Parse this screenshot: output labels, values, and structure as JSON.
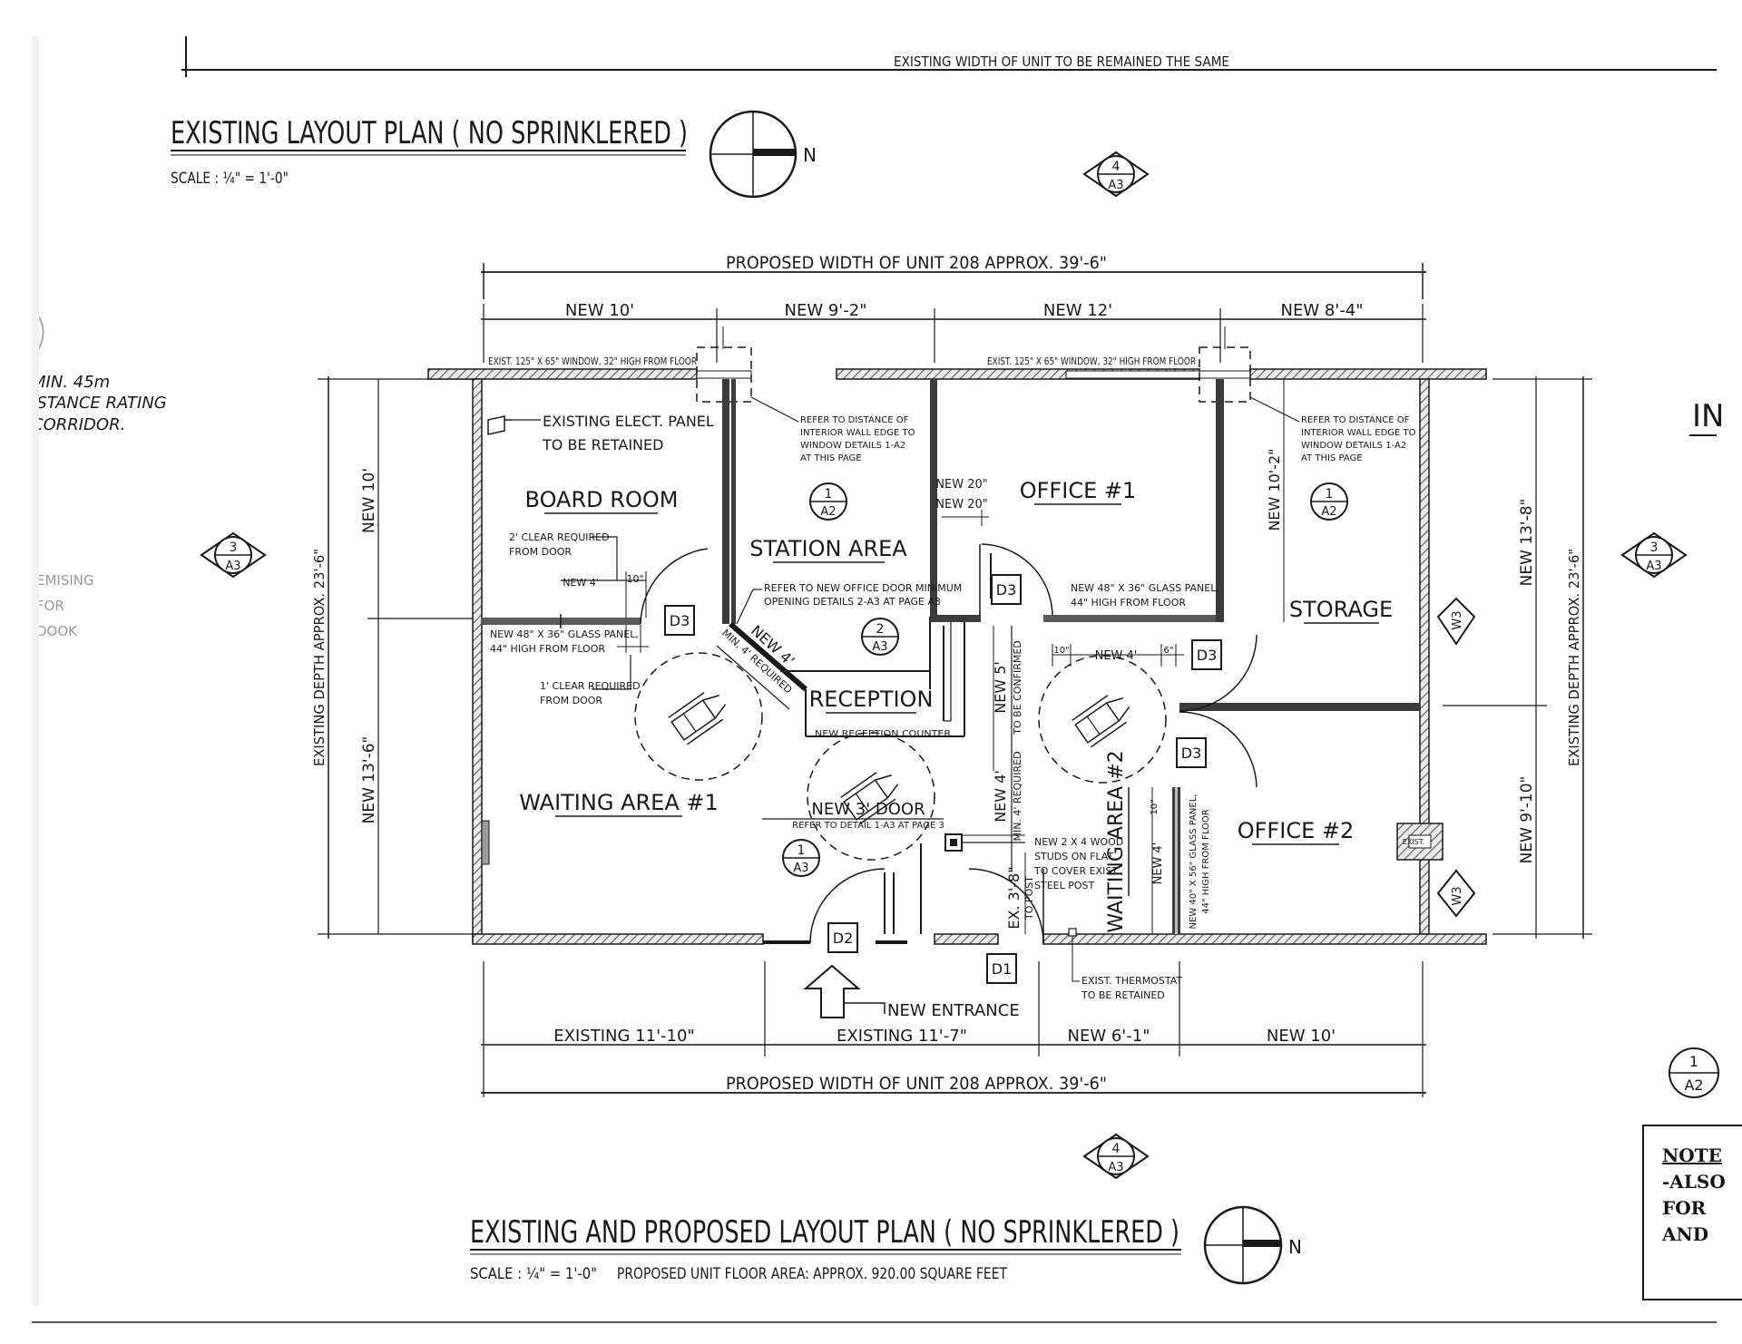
{
  "header": {
    "top_dimension": "EXISTING WIDTH OF UNIT TO BE REMAINED THE SAME",
    "existing_title": "EXISTING LAYOUT PLAN ( NO SPRINKLERED )",
    "existing_scale": "SCALE : ¼\" = 1'-0\"",
    "north_label": "N"
  },
  "margin_notes": {
    "handwritten": [
      "MIN. 45m",
      "ISTANCE RATING",
      "CORRIDOR."
    ],
    "faded": [
      "EMISING",
      "FOR",
      "DOOK"
    ],
    "right_partial": "IN"
  },
  "section_markers": [
    {
      "num": "4",
      "sheet": "A3"
    },
    {
      "num": "3",
      "sheet": "A3"
    },
    {
      "num": "3",
      "sheet": "A3"
    },
    {
      "num": "4",
      "sheet": "A3"
    }
  ],
  "dimensions": {
    "top_overall": "PROPOSED WIDTH OF UNIT 208 APPROX. 39'-6\"",
    "top_segments": [
      "NEW 10'",
      "NEW 9'-2\"",
      "NEW 12'",
      "NEW 8'-4\""
    ],
    "bottom_segments": [
      "EXISTING 11'-10\"",
      "EXISTING 11'-7\"",
      "NEW 6'-1\"",
      "NEW 10'"
    ],
    "bottom_overall": "PROPOSED WIDTH OF UNIT 208 APPROX. 39'-6\"",
    "left_overall": "EXISTING DEPTH APPROX. 23'-6\"",
    "left_upper": "NEW 10'",
    "left_lower": "NEW 13'-6\"",
    "right_overall": "EXISTING DEPTH APPROX. 23'-6\"",
    "right_upper": "NEW 13'-8\"",
    "right_lower": "NEW 9'-10\"",
    "office1_inner": "NEW 10'-2\"",
    "corridor_new5": "NEW 5'",
    "corridor_confirm": "TO BE CONFIRMED",
    "corridor_new4": "NEW 4'",
    "corridor_min4": "MIN. 4' REQUIRED",
    "post_dim": "EX. 3'-8\"",
    "post_dim2": "TO POST",
    "new20": "NEW 20\"",
    "new4_board": "NEW 4'",
    "ten_board": "10\"",
    "new4_wait": "NEW 4'",
    "ten_wait": "10\"",
    "six_wait": "6\"",
    "w2_new4": "NEW 4'",
    "w2_ten": "10\""
  },
  "windows": [
    "EXIST. 125\" X 65\" WINDOW, 32\" HIGH FROM FLOOR",
    "EXIST. 125\" X 65\" WINDOW, 32\" HIGH FROM FLOOR"
  ],
  "rooms": {
    "board_room": "BOARD ROOM",
    "station_area": "STATION AREA",
    "office1": "OFFICE #1",
    "storage": "STORAGE",
    "reception": "RECEPTION",
    "waiting1": "WAITING AREA #1",
    "waiting2": "WAITING AREA #2",
    "office2": "OFFICE #2"
  },
  "notes": {
    "elect_panel": [
      "EXISTING ELECT. PANEL",
      "TO BE RETAINED"
    ],
    "refer_window_1": [
      "REFER TO DISTANCE OF",
      "INTERIOR WALL EDGE TO",
      "WINDOW DETAILS 1-A2",
      "AT THIS PAGE"
    ],
    "refer_window_2": [
      "REFER TO DISTANCE OF",
      "INTERIOR WALL EDGE TO",
      "WINDOW DETAILS 1-A2",
      "AT THIS PAGE"
    ],
    "clear_2": [
      "2' CLEAR REQUIRED",
      "FROM DOOR"
    ],
    "clear_1": [
      "1' CLEAR REQUIRED",
      "FROM DOOR"
    ],
    "glass_board": [
      "NEW 48\" X 36\" GLASS PANEL,",
      "44\" HIGH FROM FLOOR"
    ],
    "glass_office1": [
      "NEW 48\" X 36\" GLASS PANEL,",
      "44\" HIGH FROM FLOOR"
    ],
    "glass_office2": [
      "NEW 40\" X 56\" GLASS PANEL,",
      "44\" HIGH FROM FLOOR"
    ],
    "office_door": [
      "REFER TO NEW OFFICE DOOR MINIMUM",
      "OPENING DETAILS 2-A3 AT PAGE A3"
    ],
    "new_4_diag": "NEW 4'",
    "min_4_diag": "MIN. 4' REQUIRED",
    "reception_counter": "NEW RECEPTION COUNTER",
    "new_door": "NEW 3' DOOR",
    "refer_detail": "REFER TO DETAIL 1-A3 AT PAGE 3",
    "wood_studs": [
      "NEW 2 X 4 WOOD",
      "STUDS ON FLAT",
      "TO COVER EXIST.",
      "STEEL POST"
    ],
    "thermostat": [
      "EXIST. THERMOSTAT",
      "TO BE RETAINED"
    ],
    "new_entrance": "NEW ENTRANCE",
    "exist_label": "EXIST."
  },
  "tags": {
    "d3": "D3",
    "d2": "D2",
    "d1": "D1",
    "w3": "W3"
  },
  "details": {
    "a2_num": "1",
    "a2_sheet": "A2",
    "a3_num": "2",
    "a3_sheet": "A3",
    "a3b_num": "1",
    "a3b_sheet": "A3"
  },
  "footer": {
    "title": "EXISTING AND PROPOSED LAYOUT PLAN ( NO SPRINKLERED )",
    "scale": "SCALE : ¼\" = 1'-0\"",
    "area": "PROPOSED UNIT FLOOR AREA: APPROX. 920.00 SQUARE FEET",
    "north_label": "N",
    "detail_num": "1",
    "detail_sheet": "A2",
    "note_lines": [
      "NOTE",
      "-ALSO",
      "FOR",
      "AND"
    ]
  }
}
